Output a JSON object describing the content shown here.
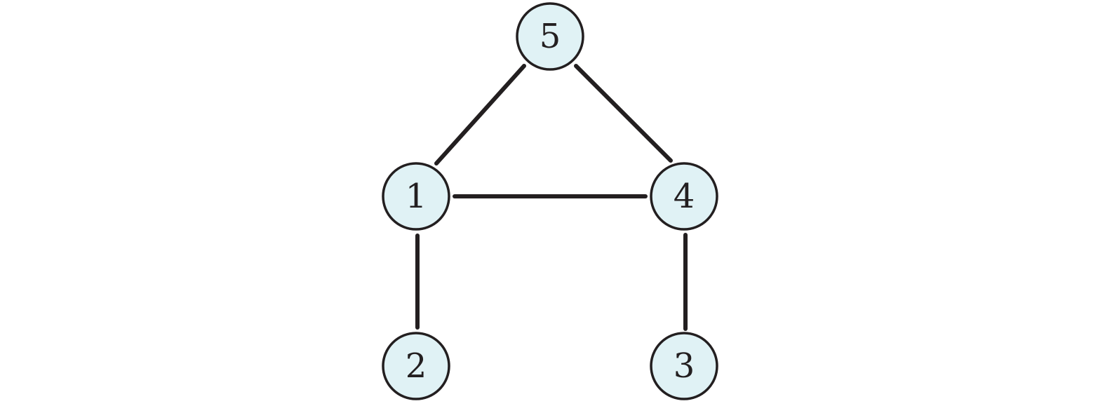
{
  "colors": {
    "node_fill": "#e0f2f5",
    "stroke": "#231f20"
  },
  "graph": {
    "nodes": [
      {
        "id": "1",
        "label": "1"
      },
      {
        "id": "2",
        "label": "2"
      },
      {
        "id": "3",
        "label": "3"
      },
      {
        "id": "4",
        "label": "4"
      },
      {
        "id": "5",
        "label": "5"
      }
    ],
    "edges": [
      {
        "from": "5",
        "to": "1"
      },
      {
        "from": "5",
        "to": "4"
      },
      {
        "from": "1",
        "to": "4"
      },
      {
        "from": "1",
        "to": "2"
      },
      {
        "from": "4",
        "to": "3"
      }
    ]
  }
}
